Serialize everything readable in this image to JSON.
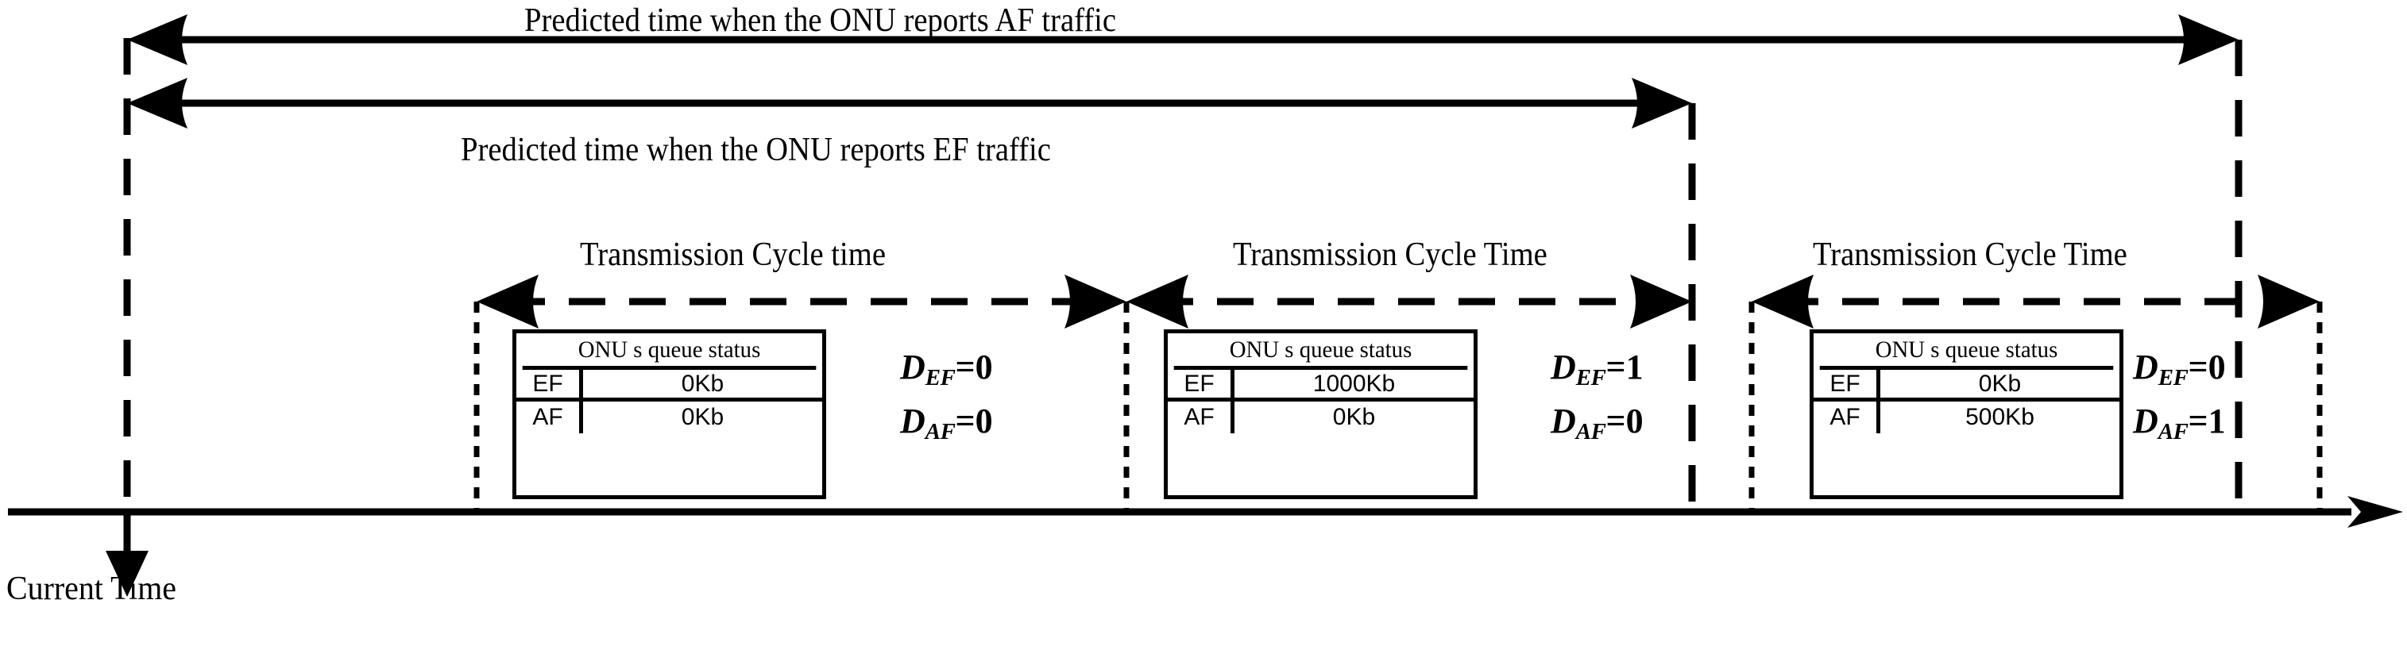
{
  "diagram": {
    "title_af": "Predicted time when the ONU reports AF traffic",
    "title_ef": "Predicted time when the ONU reports EF traffic",
    "current_time_label": "Current Time",
    "cycle_labels": [
      "Transmission Cycle time",
      "Transmission Cycle Time",
      "Transmission Cycle Time"
    ],
    "tables": [
      {
        "header": "ONU s queue status",
        "rows": [
          {
            "key": "EF",
            "value": "0Kb"
          },
          {
            "key": "AF",
            "value": "0Kb"
          }
        ]
      },
      {
        "header": "ONU s queue status",
        "rows": [
          {
            "key": "EF",
            "value": "1000Kb"
          },
          {
            "key": "AF",
            "value": "0Kb"
          }
        ]
      },
      {
        "header": "ONU s queue status",
        "rows": [
          {
            "key": "EF",
            "value": "0Kb"
          },
          {
            "key": "AF",
            "value": "500Kb"
          }
        ]
      }
    ],
    "delay_flags": [
      {
        "ef_name": "D",
        "ef_sub": "EF",
        "ef_eq": "=0",
        "af_name": "D",
        "af_sub": "AF",
        "af_eq": "=0"
      },
      {
        "ef_name": "D",
        "ef_sub": "EF",
        "ef_eq": "=1",
        "af_name": "D",
        "af_sub": "AF",
        "af_eq": "=0"
      },
      {
        "ef_name": "D",
        "ef_sub": "EF",
        "ef_eq": "=0",
        "af_name": "D",
        "af_sub": "AF",
        "af_eq": "=1"
      }
    ],
    "colors": {
      "ink": "#000000",
      "background": "#ffffff"
    }
  }
}
